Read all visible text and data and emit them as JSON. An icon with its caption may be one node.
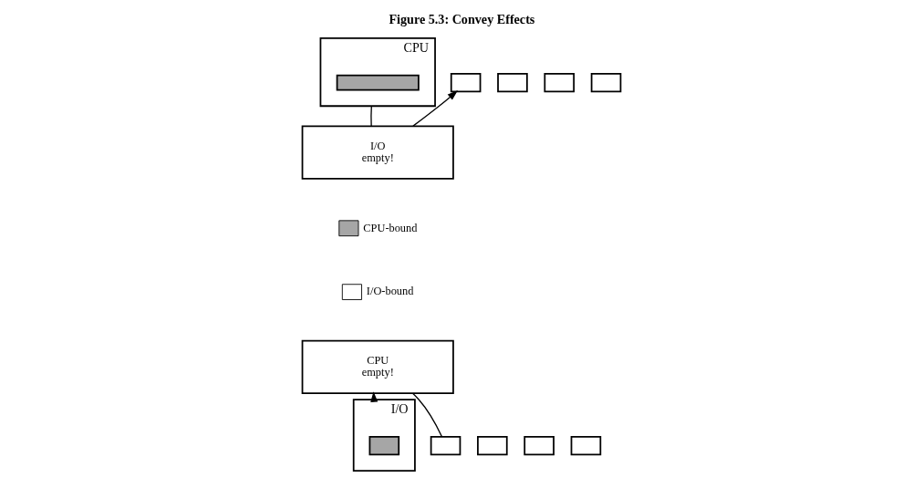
{
  "diagram": {
    "title": "Figure 5.3: Convey Effects",
    "nodes": [
      {
        "text": [
          "CPU"
        ]
      },
      {
        "text": [],
        "shape": "bar",
        "in": 0
      },
      {
        "text": [],
        "shape": "box"
      },
      {
        "text": [],
        "shape": "box"
      },
      {
        "text": [],
        "shape": "box"
      },
      {
        "text": [],
        "shape": "box"
      },
      {
        "text": [
          "I/O",
          "empty!"
        ]
      },
      {
        "text": [
          "CPU",
          "empty!"
        ]
      },
      {
        "text": [
          "I/O"
        ]
      },
      {
        "text": [],
        "shape": "box",
        "in": 8
      },
      {
        "text": [],
        "shape": "box"
      },
      {
        "text": [],
        "shape": "box"
      },
      {
        "text": [],
        "shape": "box"
      },
      {
        "text": [],
        "shape": "box"
      }
    ],
    "edges": [
      {
        "from": 0,
        "to": 6,
        "arrow": "none"
      },
      {
        "from": 6,
        "to": 2,
        "arrow": "to"
      },
      {
        "from": 7,
        "to": 13,
        "arrow": "none"
      },
      {
        "from": 8,
        "to": 7,
        "arrow": "to"
      }
    ],
    "legend": [
      {
        "text": "CPU-bound",
        "color": "#a6a6a6"
      },
      {
        "text": "I/O-bound",
        "color": "#ffffff"
      }
    ]
  }
}
